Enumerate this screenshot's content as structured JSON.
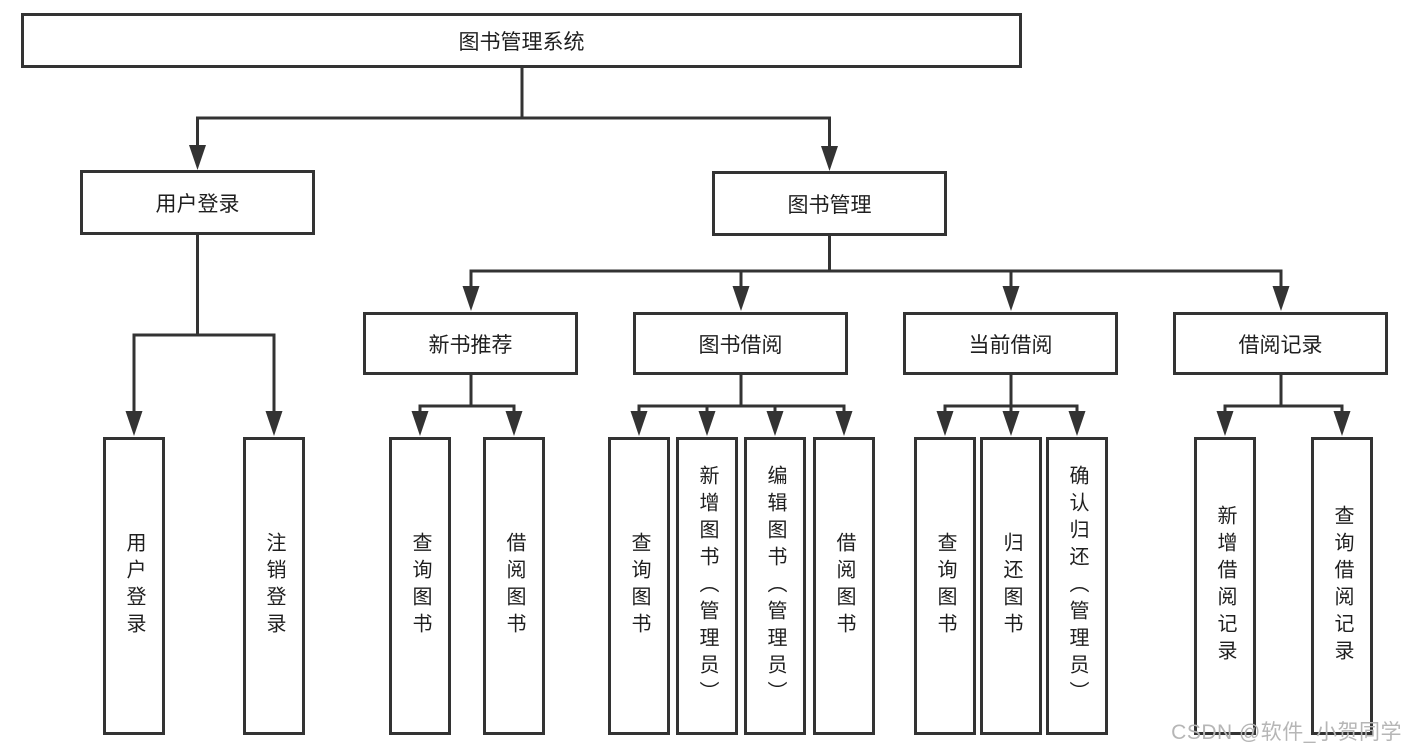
{
  "colors": {
    "line": "#333333",
    "box_border": "#333333",
    "text": "#1f1f1f",
    "watermark": "#b6b6b6",
    "background": "#ffffff"
  },
  "watermark": {
    "text": "CSDN @软件_小贺同学"
  },
  "tree": {
    "root": {
      "label": "图书管理系统"
    },
    "branches": [
      {
        "label": "用户登录",
        "children": [
          {
            "label": "用户登录"
          },
          {
            "label": "注销登录"
          }
        ]
      },
      {
        "label": "图书管理",
        "children": [
          {
            "label": "新书推荐",
            "children": [
              {
                "label": "查询图书"
              },
              {
                "label": "借阅图书"
              }
            ]
          },
          {
            "label": "图书借阅",
            "children": [
              {
                "label": "查询图书"
              },
              {
                "label": "新增图书（管理员）"
              },
              {
                "label": "编辑图书（管理员）"
              },
              {
                "label": "借阅图书"
              }
            ]
          },
          {
            "label": "当前借阅",
            "children": [
              {
                "label": "查询图书"
              },
              {
                "label": "归还图书"
              },
              {
                "label": "确认归还（管理员）"
              }
            ]
          },
          {
            "label": "借阅记录",
            "children": [
              {
                "label": "新增借阅记录"
              },
              {
                "label": "查询借阅记录"
              }
            ]
          }
        ]
      }
    ]
  }
}
